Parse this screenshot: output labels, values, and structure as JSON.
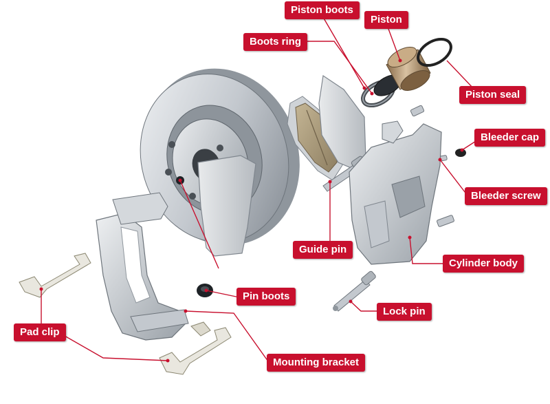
{
  "labels": {
    "piston_boots": "Piston boots",
    "piston": "Piston",
    "boots_ring": "Boots ring",
    "piston_seal": "Piston seal",
    "bleeder_cap": "Bleeder cap",
    "bleeder_screw": "Bleeder screw",
    "guide_pin": "Guide pin",
    "cylinder_body": "Cylinder body",
    "pin_boots": "Pin boots",
    "lock_pin": "Lock pin",
    "pad_clip": "Pad clip",
    "mounting_bracket": "Mounting bracket"
  },
  "colors": {
    "label_bg": "#c8102e",
    "label_text": "#ffffff",
    "metal_light": "#e2e5e8",
    "metal_mid": "#b7bcc2",
    "metal_dark": "#7d848c",
    "pad_friction": "#a7987a",
    "bronze": "#b19068",
    "black": "#222222"
  }
}
